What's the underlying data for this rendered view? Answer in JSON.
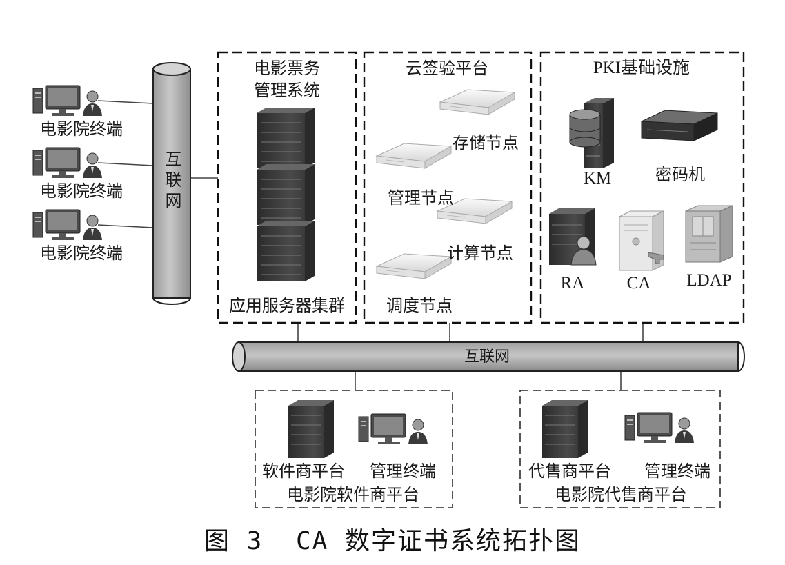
{
  "diagram": {
    "left_terminals": [
      "电影院终端",
      "电影院终端",
      "电影院终端"
    ],
    "internet_vertical": "互联网",
    "internet_bus": "互联网",
    "ticket_system": {
      "title_line1": "电影票务",
      "title_line2": "管理系统",
      "footer": "应用服务器集群"
    },
    "cloud_platform": {
      "title": "云签验平台",
      "nodes": {
        "storage": "存储节点",
        "management": "管理节点",
        "compute": "计算节点",
        "scheduling": "调度节点"
      }
    },
    "pki": {
      "title": "PKI基础设施",
      "km": "KM",
      "crypto": "密码机",
      "ra": "RA",
      "ca": "CA",
      "ldap": "LDAP"
    },
    "software_vendor": {
      "platform": "软件商平台",
      "terminal": "管理终端",
      "title": "电影院软件商平台"
    },
    "agent": {
      "platform": "代售商平台",
      "terminal": "管理终端",
      "title": "电影院代售商平台"
    }
  },
  "caption": {
    "number": "图 3",
    "text": "CA 数字证书系统拓扑图"
  },
  "colors": {
    "stroke": "#222222",
    "cylinder": "#b4b4b4",
    "server_dark": "#3a3a3a",
    "device_light": "#eeeeee"
  }
}
